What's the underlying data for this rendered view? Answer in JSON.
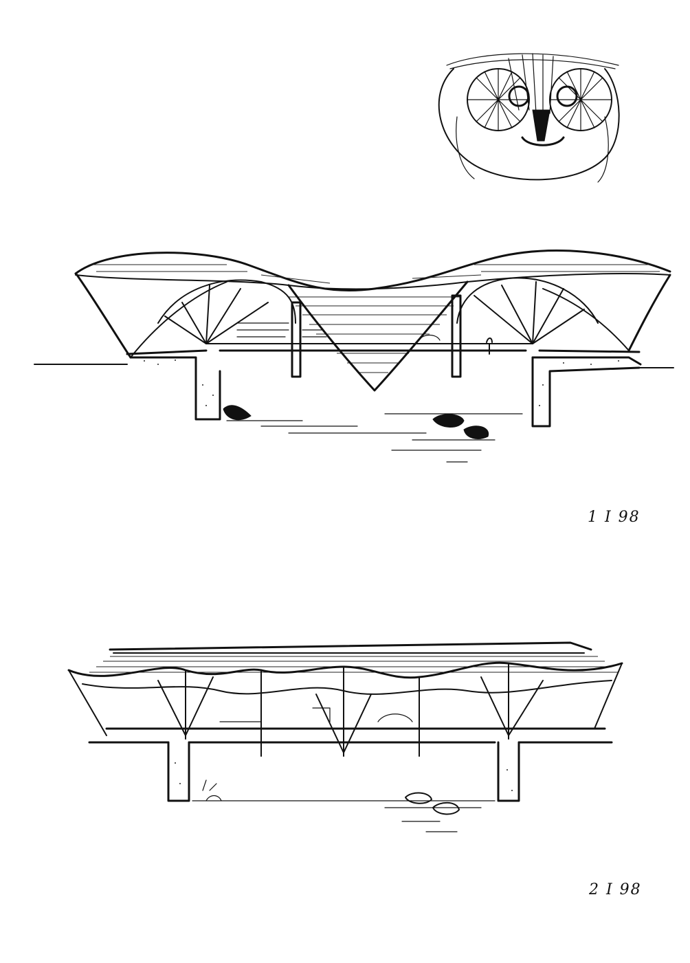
{
  "sketches": {
    "top_figure": "owl",
    "upper_drawing": {
      "date": "1 I 98"
    },
    "lower_drawing": {
      "date": "2 I 98"
    }
  },
  "colors": {
    "ink": "#111111",
    "paper": "#ffffff"
  }
}
